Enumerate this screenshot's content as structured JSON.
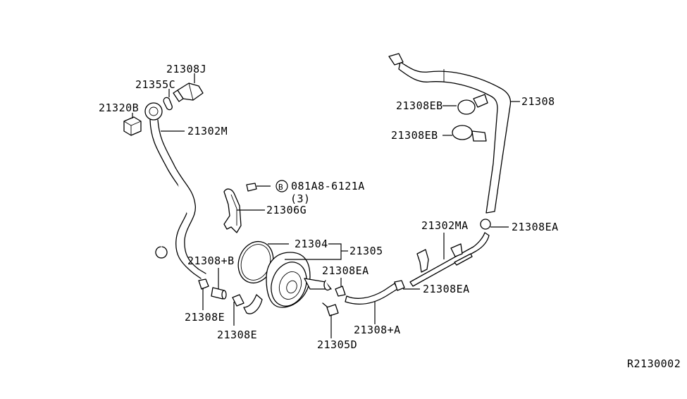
{
  "diagram": {
    "reference_code": "R2130002",
    "callouts": {
      "p21308J": "21308J",
      "p21355C": "21355C",
      "p21320B": "21320B",
      "p21302M": "21302M",
      "p21308EB_1": "21308EB",
      "p21308EB_2": "21308EB",
      "p21308": "21308",
      "p081A8": "081A8-6121A",
      "p081A8_qty": "(3)",
      "p081A8_marker": "B",
      "p21306G": "21306G",
      "p21302MA": "21302MA",
      "p21308EA_1": "21308EA",
      "p21304": "21304",
      "p21305": "21305",
      "p21308B": "21308+B",
      "p21308EA_2": "21308EA",
      "p21308EA_3": "21308EA",
      "p21308E_1": "21308E",
      "p21308E_2": "21308E",
      "p21308A": "21308+A",
      "p21305D": "21305D"
    }
  }
}
